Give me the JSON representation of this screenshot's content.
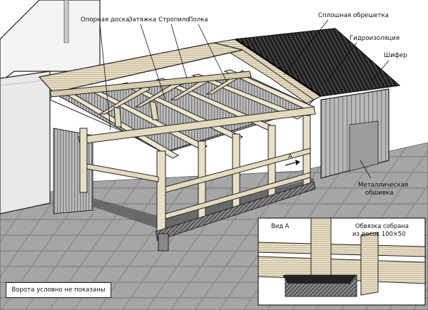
{
  "labels": {
    "support_board": "Опорная доска",
    "tie": "Затяжка",
    "rafter": "Стропило",
    "shelf": "Полка",
    "solid_lathing": "Сплошная обрешетка",
    "waterproofing": "Гидроизоляция",
    "slate": "Шифер",
    "metal_cladding_1": "Металлическая",
    "metal_cladding_2": "обшивка",
    "letter_a": "А"
  },
  "inset": {
    "view_label": "Вид А",
    "note_line1": "Обвязка собрана",
    "note_line2": "из досок 100×50"
  },
  "caption": "Ворота условно не показаны"
}
